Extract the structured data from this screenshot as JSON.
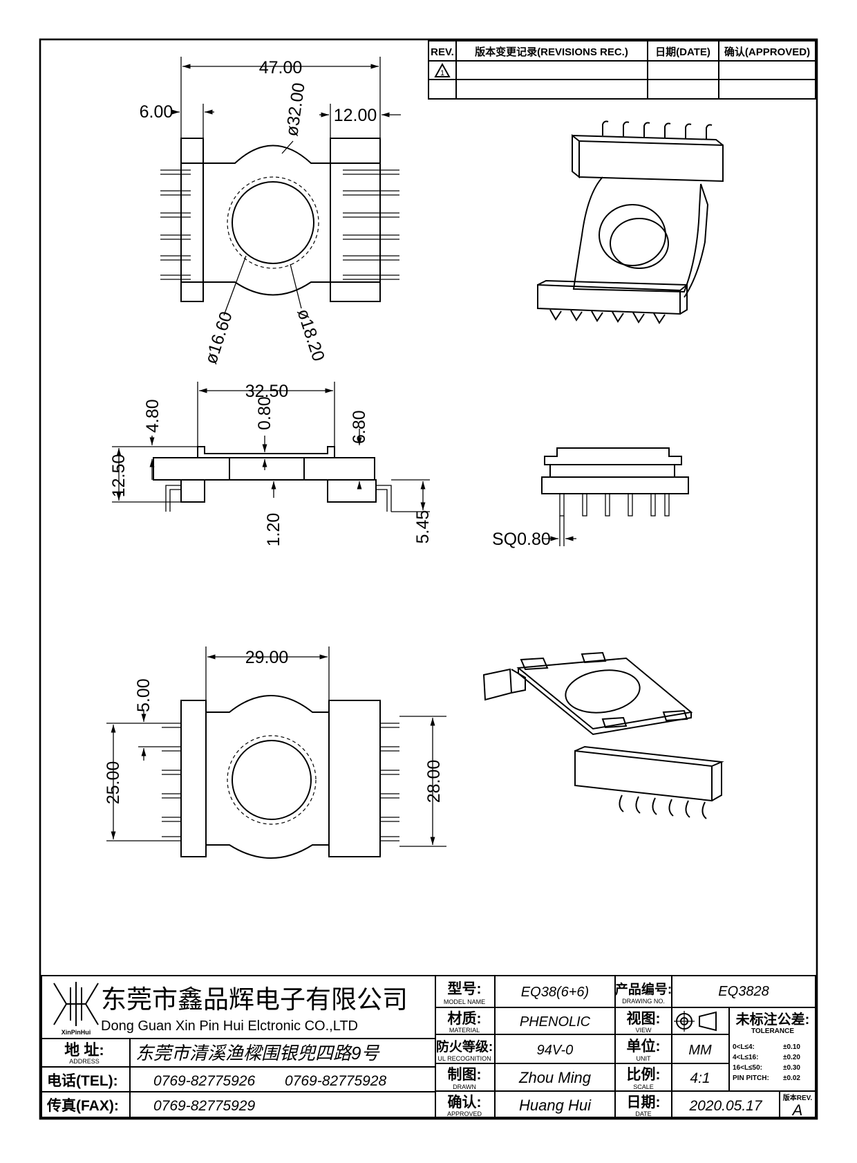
{
  "revision_table": {
    "rev_header": "REV.",
    "records_header": "版本变更记录(REVISIONS REC.)",
    "date_header": "日期(DATE)",
    "approved_header": "确认(APPROVED)",
    "rev_marker": "1"
  },
  "dimensions": {
    "overall_width": "47.00",
    "left_offset": "6.00",
    "right_flange": "12.00",
    "outer_diameter": "ø32.00",
    "inner_diameter": "ø16.60",
    "center_diameter": "ø18.20",
    "side_span": "32.50",
    "top_height": "4.80",
    "wall": "0.80",
    "flange_height": "6.80",
    "total_height": "12.50",
    "base": "1.20",
    "pin_length": "5.45",
    "pin_square": "SQ0.80",
    "bottom_span": "29.00",
    "pin_pitch": "5.00",
    "pin_row": "25.00",
    "body_depth": "28.00"
  },
  "title_block": {
    "company_logo_text": "XinPinHui",
    "company_cn": "东莞市鑫品辉电子有限公司",
    "company_en": "Dong Guan Xin Pin Hui Elctronic CO.,LTD",
    "address_label": "地 址:",
    "address_label_en": "ADDRESS",
    "address_value": "东莞市清溪渔樑围银兜四路9号",
    "tel_label": "电话(TEL):",
    "tel_1": "0769-82775926",
    "tel_2": "0769-82775928",
    "fax_label": "传真(FAX):",
    "fax_value": "0769-82775929",
    "model_label": "型号:",
    "model_label_en": "MODEL NAME",
    "model_value": "EQ38(6+6)",
    "material_label": "材质:",
    "material_label_en": "MATERIAL",
    "material_value": "PHENOLIC",
    "fire_label": "防火等级:",
    "fire_label_en": "UL RECOGNITION",
    "fire_value": "94V-0",
    "drawn_label": "制图:",
    "drawn_label_en": "DRAWN",
    "drawn_value": "Zhou Ming",
    "approved_label": "确认:",
    "approved_label_en": "APPROVED",
    "approved_value": "Huang Hui",
    "drawing_no_label": "产品编号:",
    "drawing_no_label_en": "DRAWING NO.",
    "drawing_no_value": "EQ3828",
    "view_label": "视图:",
    "view_label_en": "VIEW",
    "unit_label": "单位:",
    "unit_label_en": "UNIT",
    "unit_value": "MM",
    "scale_label": "比例:",
    "scale_label_en": "SCALE",
    "scale_value": "4:1",
    "date_label": "日期:",
    "date_label_en": "DATE",
    "date_value": "2020.05.17",
    "tolerance_title": "未标注公差:",
    "tolerance_title_en": "TOLERANCE",
    "tolerance_rows": [
      {
        "range": "0<L≤4:",
        "value": "±0.10"
      },
      {
        "range": "4<L≤16:",
        "value": "±0.20"
      },
      {
        "range": "16<L≤50:",
        "value": "±0.30"
      },
      {
        "range": "PIN PITCH:",
        "value": "±0.02"
      }
    ],
    "version_label": "版本REV.",
    "version_value": "A"
  }
}
